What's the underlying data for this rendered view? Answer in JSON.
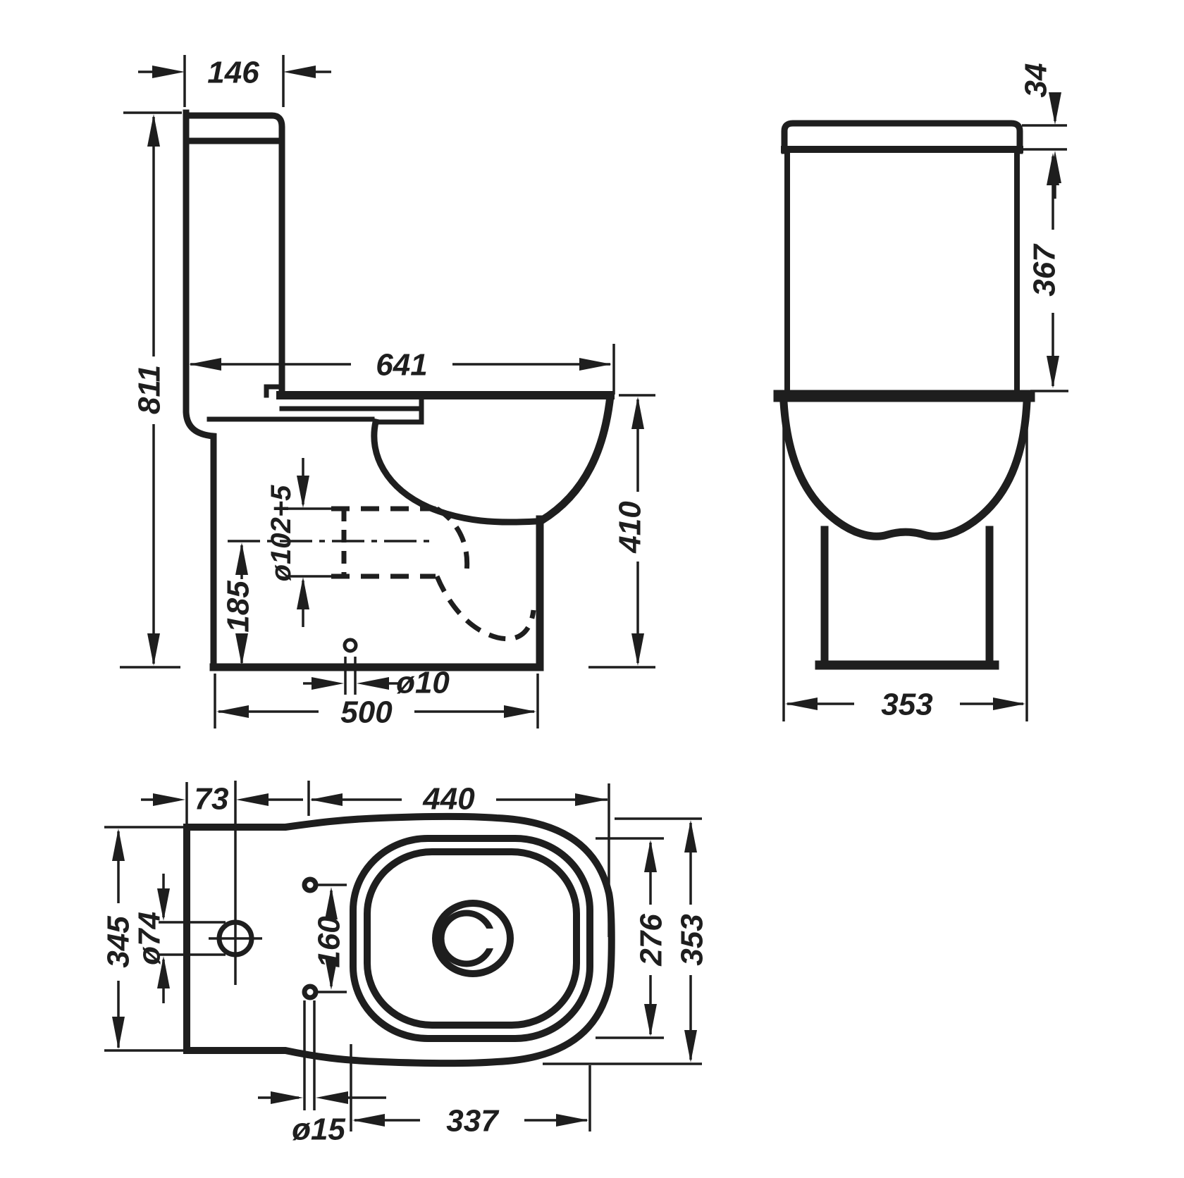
{
  "drawing": {
    "type": "technical-dimension-drawing",
    "subject": "close-coupled toilet (WC) three orthographic views",
    "units_note": "mm",
    "line_color": "#1e1e1e",
    "background": "#ffffff",
    "side_view": {
      "cistern_width": "146",
      "total_height": "811",
      "overall_length": "641",
      "seat_height": "410",
      "outlet_center_height": "185",
      "outlet_diameter": "ø102+5",
      "fixing_hole_diameter": "ø10",
      "base_length": "500"
    },
    "front_view": {
      "lid_height": "34",
      "cistern_height": "367",
      "overall_width": "353"
    },
    "plan_view": {
      "supply_hole_offset": "73",
      "bowl_length": "440",
      "cistern_depth": "345",
      "supply_hole_diameter": "ø74",
      "fixing_hole_spacing": "160",
      "seat_width": "276",
      "overall_width": "353",
      "fixing_hole_diameter": "ø15",
      "seat_length": "337"
    }
  }
}
